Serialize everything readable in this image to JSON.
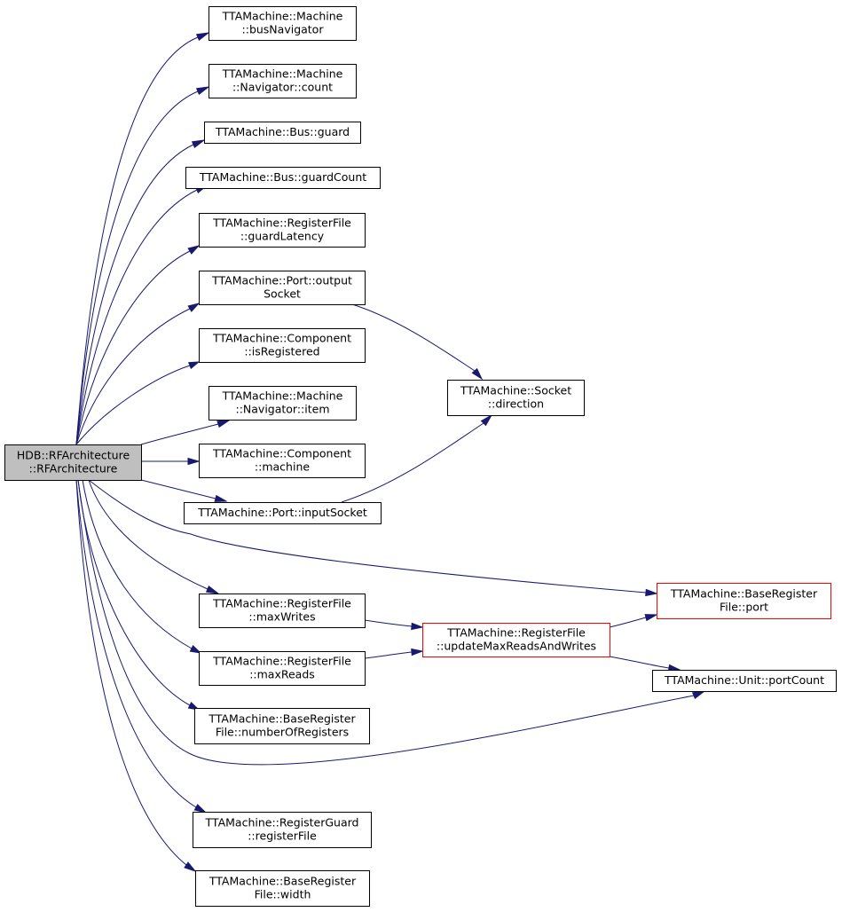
{
  "diagram": {
    "nodes": [
      {
        "id": "root",
        "lines": [
          "HDB::RFArchitecture",
          "::RFArchitecture"
        ],
        "style": "root"
      },
      {
        "id": "busNavigator",
        "lines": [
          "TTAMachine::Machine",
          "::busNavigator"
        ],
        "style": "normal"
      },
      {
        "id": "navCount",
        "lines": [
          "TTAMachine::Machine",
          "::Navigator::count"
        ],
        "style": "normal"
      },
      {
        "id": "busGuard",
        "lines": [
          "TTAMachine::Bus::guard"
        ],
        "style": "normal"
      },
      {
        "id": "guardCount",
        "lines": [
          "TTAMachine::Bus::guardCount"
        ],
        "style": "normal"
      },
      {
        "id": "guardLatency",
        "lines": [
          "TTAMachine::RegisterFile",
          "::guardLatency"
        ],
        "style": "normal"
      },
      {
        "id": "outputSocket",
        "lines": [
          "TTAMachine::Port::output",
          "Socket"
        ],
        "style": "normal"
      },
      {
        "id": "isRegistered",
        "lines": [
          "TTAMachine::Component",
          "::isRegistered"
        ],
        "style": "normal"
      },
      {
        "id": "navItem",
        "lines": [
          "TTAMachine::Machine",
          "::Navigator::item"
        ],
        "style": "normal"
      },
      {
        "id": "machine",
        "lines": [
          "TTAMachine::Component",
          "::machine"
        ],
        "style": "normal"
      },
      {
        "id": "inputSocket",
        "lines": [
          "TTAMachine::Port::inputSocket"
        ],
        "style": "normal"
      },
      {
        "id": "socketDirection",
        "lines": [
          "TTAMachine::Socket",
          "::direction"
        ],
        "style": "normal"
      },
      {
        "id": "maxWrites",
        "lines": [
          "TTAMachine::RegisterFile",
          "::maxWrites"
        ],
        "style": "normal"
      },
      {
        "id": "maxReads",
        "lines": [
          "TTAMachine::RegisterFile",
          "::maxReads"
        ],
        "style": "normal"
      },
      {
        "id": "updateMax",
        "lines": [
          "TTAMachine::RegisterFile",
          "::updateMaxReadsAndWrites"
        ],
        "style": "red"
      },
      {
        "id": "port",
        "lines": [
          "TTAMachine::BaseRegister",
          "File::port"
        ],
        "style": "red"
      },
      {
        "id": "portCount",
        "lines": [
          "TTAMachine::Unit::portCount"
        ],
        "style": "normal"
      },
      {
        "id": "numberOfRegisters",
        "lines": [
          "TTAMachine::BaseRegister",
          "File::numberOfRegisters"
        ],
        "style": "normal"
      },
      {
        "id": "registerFile",
        "lines": [
          "TTAMachine::RegisterGuard",
          "::registerFile"
        ],
        "style": "normal"
      },
      {
        "id": "width",
        "lines": [
          "TTAMachine::BaseRegister",
          "File::width"
        ],
        "style": "normal"
      }
    ],
    "edges": [
      {
        "from": "root",
        "to": "busNavigator"
      },
      {
        "from": "root",
        "to": "navCount"
      },
      {
        "from": "root",
        "to": "busGuard"
      },
      {
        "from": "root",
        "to": "guardCount"
      },
      {
        "from": "root",
        "to": "guardLatency"
      },
      {
        "from": "root",
        "to": "outputSocket"
      },
      {
        "from": "root",
        "to": "isRegistered"
      },
      {
        "from": "root",
        "to": "navItem"
      },
      {
        "from": "root",
        "to": "machine"
      },
      {
        "from": "root",
        "to": "inputSocket"
      },
      {
        "from": "root",
        "to": "port"
      },
      {
        "from": "root",
        "to": "maxWrites"
      },
      {
        "from": "root",
        "to": "maxReads"
      },
      {
        "from": "root",
        "to": "portCount"
      },
      {
        "from": "root",
        "to": "numberOfRegisters"
      },
      {
        "from": "root",
        "to": "registerFile"
      },
      {
        "from": "root",
        "to": "width"
      },
      {
        "from": "outputSocket",
        "to": "socketDirection"
      },
      {
        "from": "inputSocket",
        "to": "socketDirection"
      },
      {
        "from": "maxWrites",
        "to": "updateMax"
      },
      {
        "from": "maxReads",
        "to": "updateMax"
      },
      {
        "from": "updateMax",
        "to": "port"
      },
      {
        "from": "updateMax",
        "to": "portCount"
      }
    ]
  },
  "colors": {
    "edge": "#191970",
    "root_fill": "#bfbfbf",
    "node_border": "#000000",
    "highlight_border": "#ff0000",
    "background": "#ffffff"
  }
}
